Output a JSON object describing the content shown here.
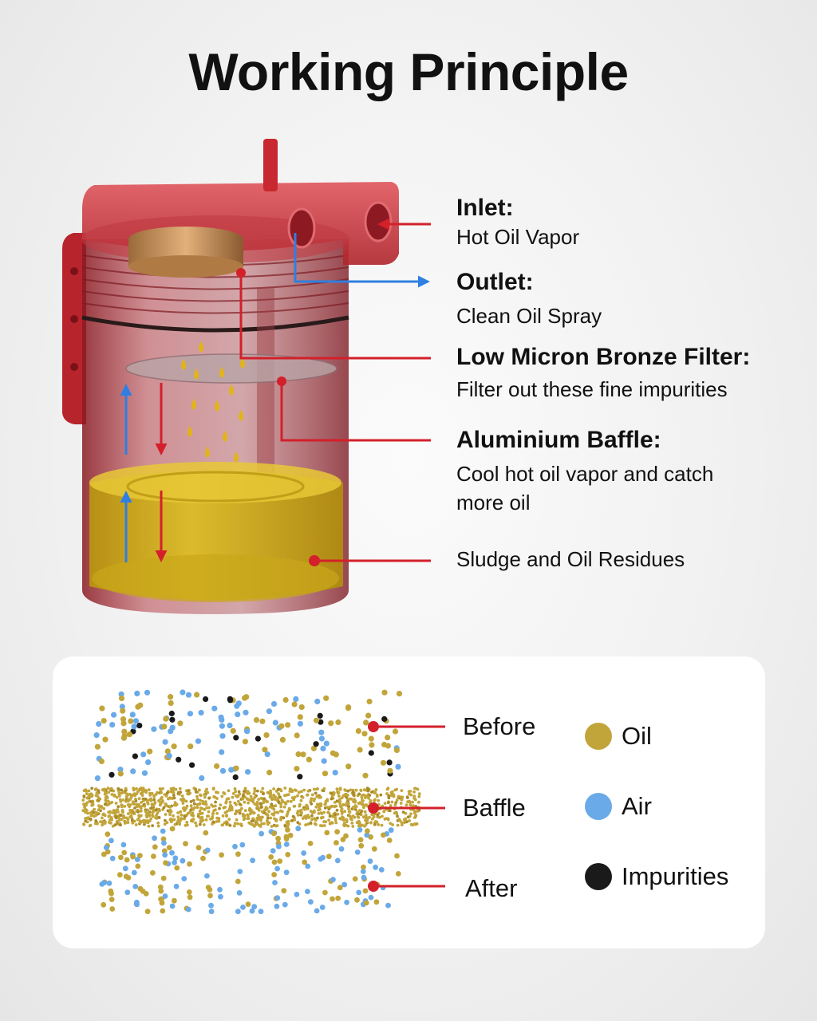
{
  "title": "Working Principle",
  "callouts": {
    "inlet": {
      "heading": "Inlet:",
      "description": "Hot Oil Vapor"
    },
    "outlet": {
      "heading": "Outlet:",
      "description": "Clean Oil Spray"
    },
    "filter": {
      "heading": "Low Micron Bronze Filter:",
      "description": "Filter out these fine impurities"
    },
    "baffle": {
      "heading": "Aluminium Baffle:",
      "description_line1": "Cool hot oil vapor and catch",
      "description_line2": "more oil"
    },
    "sludge": {
      "description": "Sludge and Oil Residues"
    }
  },
  "particle_panel": {
    "rows": {
      "before": "Before",
      "baffle": "Baffle",
      "after": "After"
    },
    "legend": [
      {
        "label": "Oil",
        "color": "#c2a53a"
      },
      {
        "label": "Air",
        "color": "#6aaae8"
      },
      {
        "label": "Impurities",
        "color": "#1a1a1a"
      }
    ]
  },
  "colors": {
    "accent_red": "#d3202a",
    "flow_blue": "#2f7fe0",
    "oil": "#d6b51c",
    "canister": "#b8333a"
  }
}
